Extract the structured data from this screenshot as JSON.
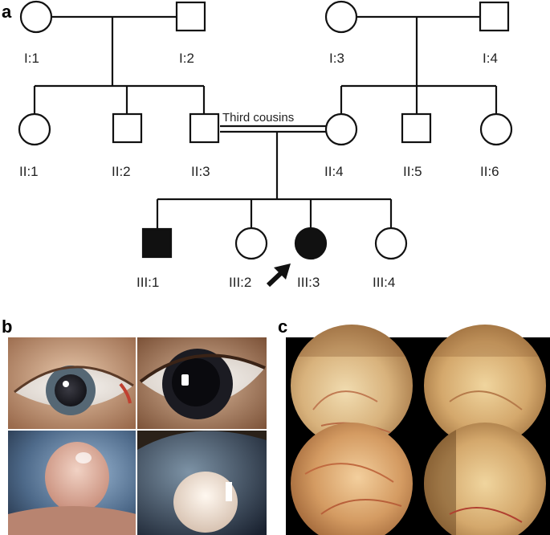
{
  "panels": {
    "a": "a",
    "b": "b",
    "c": "c"
  },
  "pedigree": {
    "consanguinity_label": "Third cousins",
    "individuals": [
      {
        "id": "I:1",
        "sex": "female",
        "affected": false
      },
      {
        "id": "I:2",
        "sex": "male",
        "affected": false
      },
      {
        "id": "I:3",
        "sex": "female",
        "affected": false
      },
      {
        "id": "I:4",
        "sex": "male",
        "affected": false
      },
      {
        "id": "II:1",
        "sex": "female",
        "affected": false
      },
      {
        "id": "II:2",
        "sex": "male",
        "affected": false
      },
      {
        "id": "II:3",
        "sex": "male",
        "affected": false
      },
      {
        "id": "II:4",
        "sex": "female",
        "affected": false
      },
      {
        "id": "II:5",
        "sex": "male",
        "affected": false
      },
      {
        "id": "II:6",
        "sex": "female",
        "affected": false
      },
      {
        "id": "III:1",
        "sex": "male",
        "affected": true
      },
      {
        "id": "III:2",
        "sex": "female",
        "affected": false
      },
      {
        "id": "III:3",
        "sex": "female",
        "affected": true,
        "proband": true
      },
      {
        "id": "III:4",
        "sex": "female",
        "affected": false
      }
    ]
  },
  "colors": {
    "line": "#111111",
    "affected_fill": "#111111"
  }
}
